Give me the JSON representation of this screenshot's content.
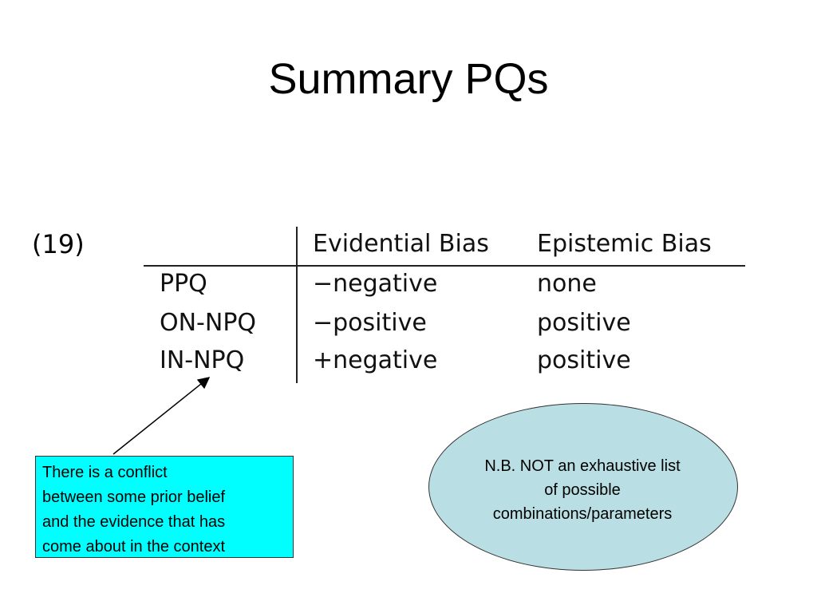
{
  "slide": {
    "title": "Summary PQs"
  },
  "example": {
    "number": "(19)",
    "columns": [
      "Evidential Bias",
      "Epistemic Bias"
    ],
    "rows": [
      {
        "label": "PPQ",
        "evidential": "−negative",
        "epistemic": "none"
      },
      {
        "label": "ON-NPQ",
        "evidential": "−positive",
        "epistemic": "positive"
      },
      {
        "label": "IN-NPQ",
        "evidential": "+negative",
        "epistemic": "positive"
      }
    ]
  },
  "callout": {
    "lines": [
      "There is a conflict",
      "between some prior belief",
      "and the evidence that has",
      "come about in the context"
    ],
    "color": "#00ffff"
  },
  "note": {
    "lines": [
      "N.B. NOT an exhaustive list",
      "of possible",
      "combinations/parameters"
    ],
    "color": "#b9dfe4"
  }
}
